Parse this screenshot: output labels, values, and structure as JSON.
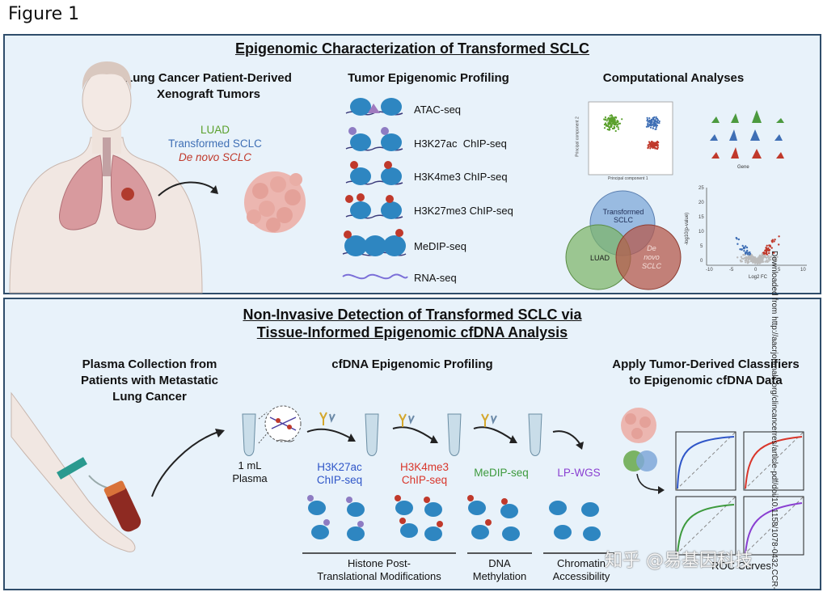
{
  "figure_label": "Figure 1",
  "panel_a": {
    "title": "Epigenomic Characterization of Transformed SCLC",
    "pdx_heading_line1": "Lung Cancer Patient-Derived",
    "pdx_heading_line2": "Xenograft Tumors",
    "tumor_types": [
      "LUAD",
      "Transformed SCLC",
      "De novo SCLC"
    ],
    "tumor_type_colors": [
      "#5aa02c",
      "#3f6fb5",
      "#c0392b"
    ],
    "profiling_heading": "Tumor Epigenomic Profiling",
    "assays": [
      "ATAC-seq",
      "H3K27ac  ChIP-seq",
      "H3K4me3 ChIP-seq",
      "H3K27me3 ChIP-seq",
      "MeDIP-seq",
      "RNA-seq"
    ],
    "computational_heading": "Computational Analyses",
    "pca_xlabel": "Principal component 1",
    "pca_ylabel": "Principal component 2",
    "tracks_label": "Gene",
    "venn_labels": [
      "Transformed SCLC",
      "LUAD",
      "De novo SCLC"
    ],
    "volcano_xlabel": "Log2 FC",
    "volcano_ylabel": "-log10(p-value)",
    "volcano_xticks": [
      "-10",
      "-5",
      "0",
      "5",
      "10"
    ],
    "volcano_yticks": [
      "25",
      "20",
      "15",
      "10",
      "5",
      "0"
    ]
  },
  "panel_b": {
    "title_line1": "Non-Invasive Detection of Transformed SCLC via",
    "title_line2": "Tissue-Informed Epigenomic cfDNA Analysis",
    "plasma_heading_line1": "Plasma Collection from",
    "plasma_heading_line2": "Patients with Metastatic",
    "plasma_heading_line3": "Lung Cancer",
    "plasma_label_line1": "1 mL",
    "plasma_label_line2": "Plasma",
    "cfdna_heading": "cfDNA Epigenomic Profiling",
    "assays": [
      {
        "line1": "H3K27ac",
        "line2": "ChIP-seq",
        "color": "#2f56c8"
      },
      {
        "line1": "H3K4me3",
        "line2": "ChIP-seq",
        "color": "#d9362b"
      },
      {
        "line1": "MeDIP-seq",
        "line2": "",
        "color": "#3d9a3d"
      },
      {
        "line1": "LP-WGS",
        "line2": "",
        "color": "#8a3fd1"
      }
    ],
    "groups": [
      {
        "line1": "Histone Post-",
        "line2": "Translational Modifications"
      },
      {
        "line1": "DNA",
        "line2": "Methylation"
      },
      {
        "line1": "Chromatin",
        "line2": "Accessibility"
      }
    ],
    "classifier_heading_line1": "Apply Tumor-Derived Classifiers",
    "classifier_heading_line2": "to Epigenomic cfDNA Data",
    "roc_label": "ROC Curves",
    "roc_colors": [
      "#2f56c8",
      "#d9362b",
      "#3d9a3d",
      "#8a3fd1"
    ]
  },
  "watermarks": {
    "side_text": "Downloaded from http://aacrjournals.org/clincancerres/article-pdf/doi/10.1158/1078-0432.CCR-",
    "cn_text": "知乎 @易基因科技"
  }
}
